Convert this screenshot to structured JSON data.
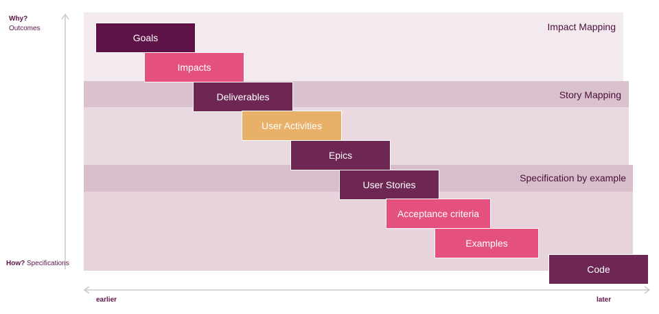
{
  "y_axis": {
    "top_bold": "Why?",
    "top_sub": "Outcomes",
    "bottom_bold": "How?",
    "bottom_sub": "Specifications"
  },
  "x_axis": {
    "left": "earlier",
    "right": "later"
  },
  "bands": {
    "impact": "Impact Mapping",
    "story": "Story Mapping",
    "spec": "Specification by example"
  },
  "steps": {
    "goals": "Goals",
    "impacts": "Impacts",
    "deliverables": "Deliverables",
    "user_activities": "User Activities",
    "epics": "Epics",
    "user_stories": "User Stories",
    "acceptance_criteria": "Acceptance criteria",
    "examples": "Examples",
    "code": "Code"
  },
  "colors": {
    "dark": "#6e2653",
    "pink": "#e5517f",
    "orange": "#e8b068",
    "band": "#f0e6ec",
    "band_header": "#d9c2cd"
  }
}
